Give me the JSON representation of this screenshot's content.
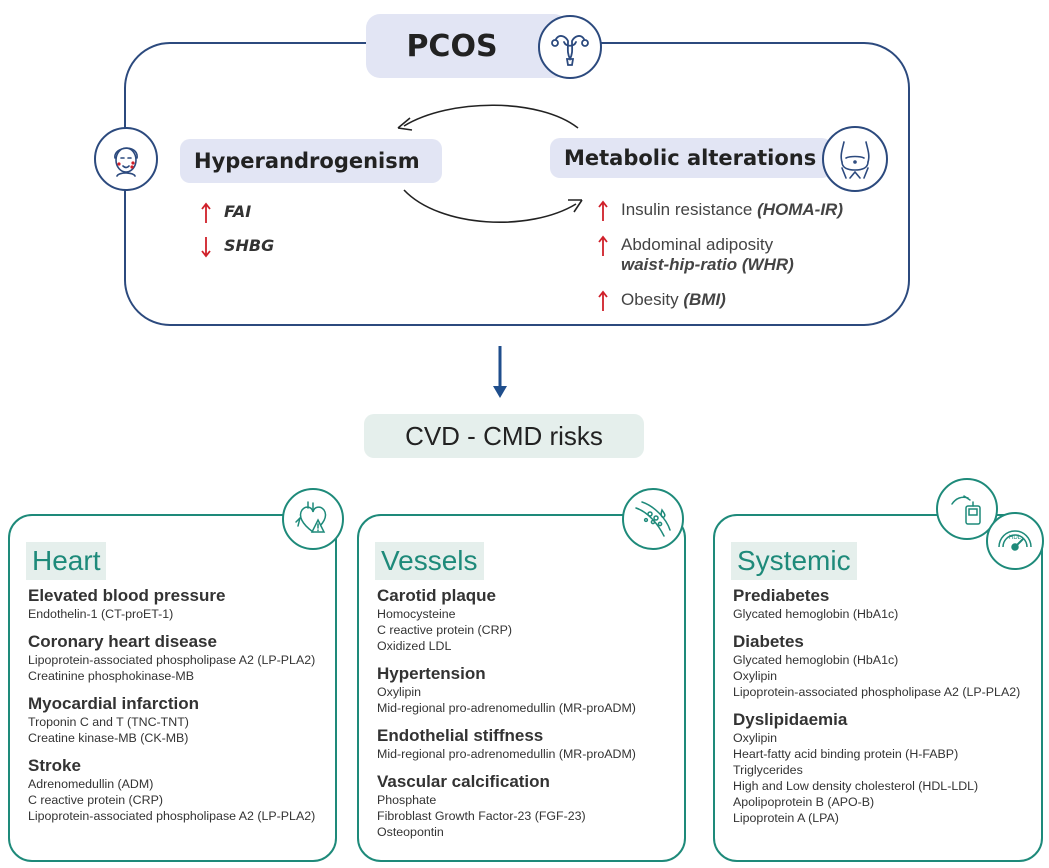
{
  "pcos": {
    "title": "PCOS",
    "hyperandrogenism": {
      "label": "Hyperandrogenism",
      "markers": [
        {
          "direction": "up",
          "text": "FAI"
        },
        {
          "direction": "down",
          "text": "SHBG"
        }
      ]
    },
    "metabolic": {
      "label": "Metabolic alterations",
      "markers": [
        {
          "direction": "up",
          "text": "Insulin resistance ",
          "emph": "(HOMA-IR)"
        },
        {
          "direction": "up",
          "text": "Abdominal adiposity",
          "emph2": "waist-hip-ratio (WHR)"
        },
        {
          "direction": "up",
          "text": "Obesity ",
          "emph": "(BMI)"
        }
      ]
    }
  },
  "cvd": {
    "title": "CVD - CMD risks"
  },
  "cards": {
    "heart": {
      "title": "Heart",
      "groups": [
        {
          "title": "Elevated blood pressure",
          "items": [
            "Endothelin-1 (CT-proET-1)"
          ]
        },
        {
          "title": "Coronary heart disease",
          "items": [
            "Lipoprotein-associated phospholipase A2 (LP-PLA2)",
            "Creatinine phosphokinase-MB"
          ]
        },
        {
          "title": "Myocardial infarction",
          "items": [
            "Troponin C and T (TNC-TNT)",
            "Creatine kinase-MB (CK-MB)"
          ]
        },
        {
          "title": "Stroke",
          "items": [
            "Adrenomedullin (ADM)",
            "C reactive protein (CRP)",
            "Lipoprotein-associated phospholipase A2 (LP-PLA2)"
          ]
        }
      ]
    },
    "vessels": {
      "title": "Vessels",
      "groups": [
        {
          "title": "Carotid plaque",
          "items": [
            "Homocysteine",
            "C reactive protein (CRP)",
            "Oxidized LDL"
          ]
        },
        {
          "title": "Hypertension",
          "items": [
            "Oxylipin",
            "Mid-regional pro-adrenomedullin (MR-proADM)"
          ]
        },
        {
          "title": "Endothelial stiffness",
          "items": [
            "Mid-regional pro-adrenomedullin (MR-proADM)"
          ]
        },
        {
          "title": "Vascular calcification",
          "items": [
            "Phosphate",
            "Fibroblast Growth Factor-23 (FGF-23)",
            "Osteopontin"
          ]
        }
      ]
    },
    "systemic": {
      "title": "Systemic",
      "groups": [
        {
          "title": "Prediabetes",
          "items": [
            "Glycated hemoglobin (HbA1c)"
          ]
        },
        {
          "title": "Diabetes",
          "items": [
            "Glycated hemoglobin (HbA1c)",
            "Oxylipin",
            "Lipoprotein-associated phospholipase A2 (LP-PLA2)"
          ]
        },
        {
          "title": "Dyslipidaemia",
          "items": [
            "Oxylipin",
            "Heart-fatty acid binding protein (H-FABP)",
            "Triglycerides",
            "High and Low density cholesterol (HDL-LDL)",
            "Apolipoprotein B (APO-B)",
            "Lipoprotein A (LPA)"
          ]
        }
      ],
      "hdl_icon_text": "HDL"
    }
  },
  "colors": {
    "frame": "#2c4a7e",
    "accent_green": "#1e8a7a",
    "arrow_red": "#d0202a",
    "flow_arrow": "#1f4e8c"
  },
  "icons": [
    "uterus-icon",
    "woman-face-icon",
    "abdomen-icon",
    "heart-warning-icon",
    "vessel-cells-icon",
    "glucose-meter-icon",
    "hdl-gauge-icon"
  ]
}
